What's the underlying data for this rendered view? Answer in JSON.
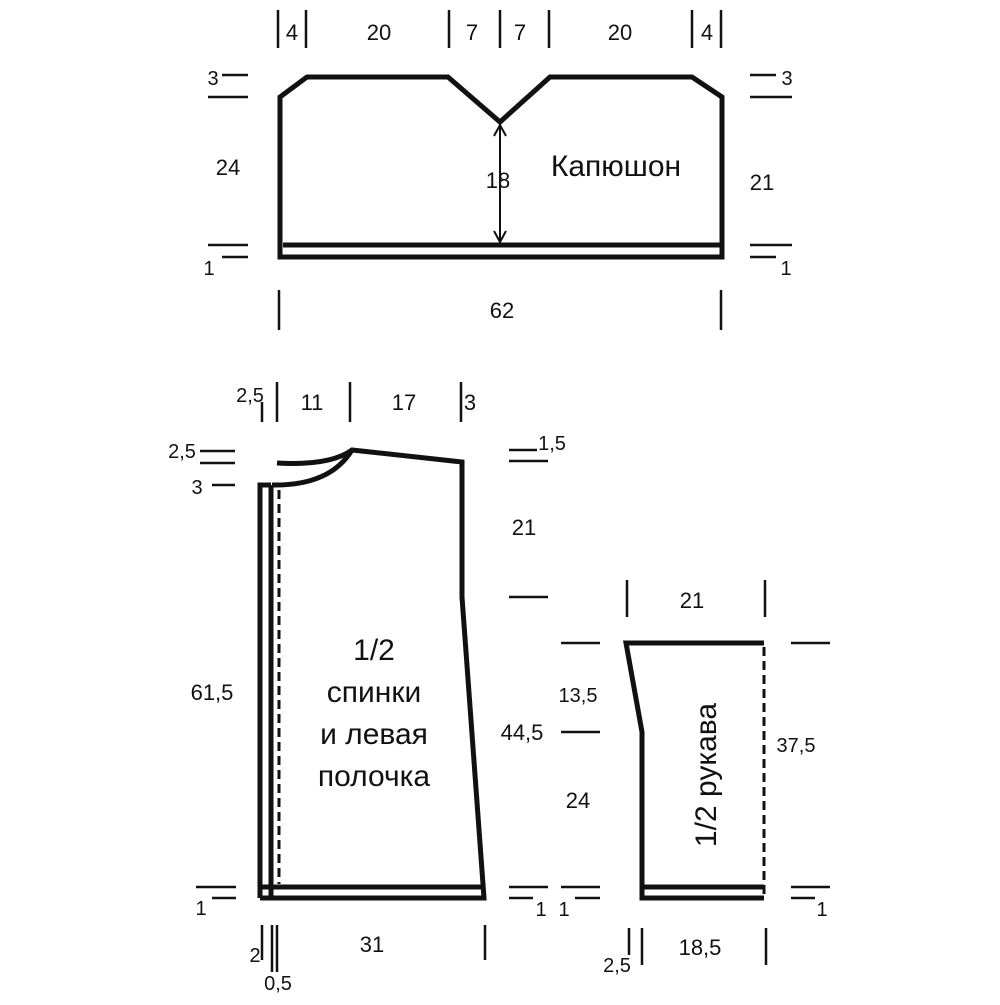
{
  "hood": {
    "title": "Капюшон",
    "top_widths": [
      "4",
      "20",
      "7",
      "7",
      "20",
      "4"
    ],
    "left_top_slope": "3",
    "right_top_slope": "3",
    "left_height": "24",
    "right_height": "21",
    "center_depth": "18",
    "left_band": "1",
    "right_band": "1",
    "bottom_width": "62"
  },
  "back_front": {
    "title_line1": "1/2",
    "title_line2": "спинки",
    "title_line3": "и левая",
    "title_line4": "полочка",
    "top_widths": [
      "2,5",
      "11",
      "17",
      "3"
    ],
    "neck_rise": "2,5",
    "neck_front_drop": "3",
    "shoulder_slope": "1,5",
    "armhole_height": "21",
    "side_height": "44,5",
    "total_height": "61,5",
    "left_band": "1",
    "right_band": "1",
    "bottom_widths": [
      "2",
      "0,5",
      "31"
    ]
  },
  "sleeve": {
    "title": "1/2 рукава",
    "top_width": "21",
    "upper_height": "13,5",
    "lower_height": "24",
    "total_height": "37,5",
    "left_band": "1",
    "right_band": "1",
    "bottom_widths": [
      "2,5",
      "18,5"
    ]
  },
  "colors": {
    "ink": "#111111",
    "background": "#ffffff"
  }
}
